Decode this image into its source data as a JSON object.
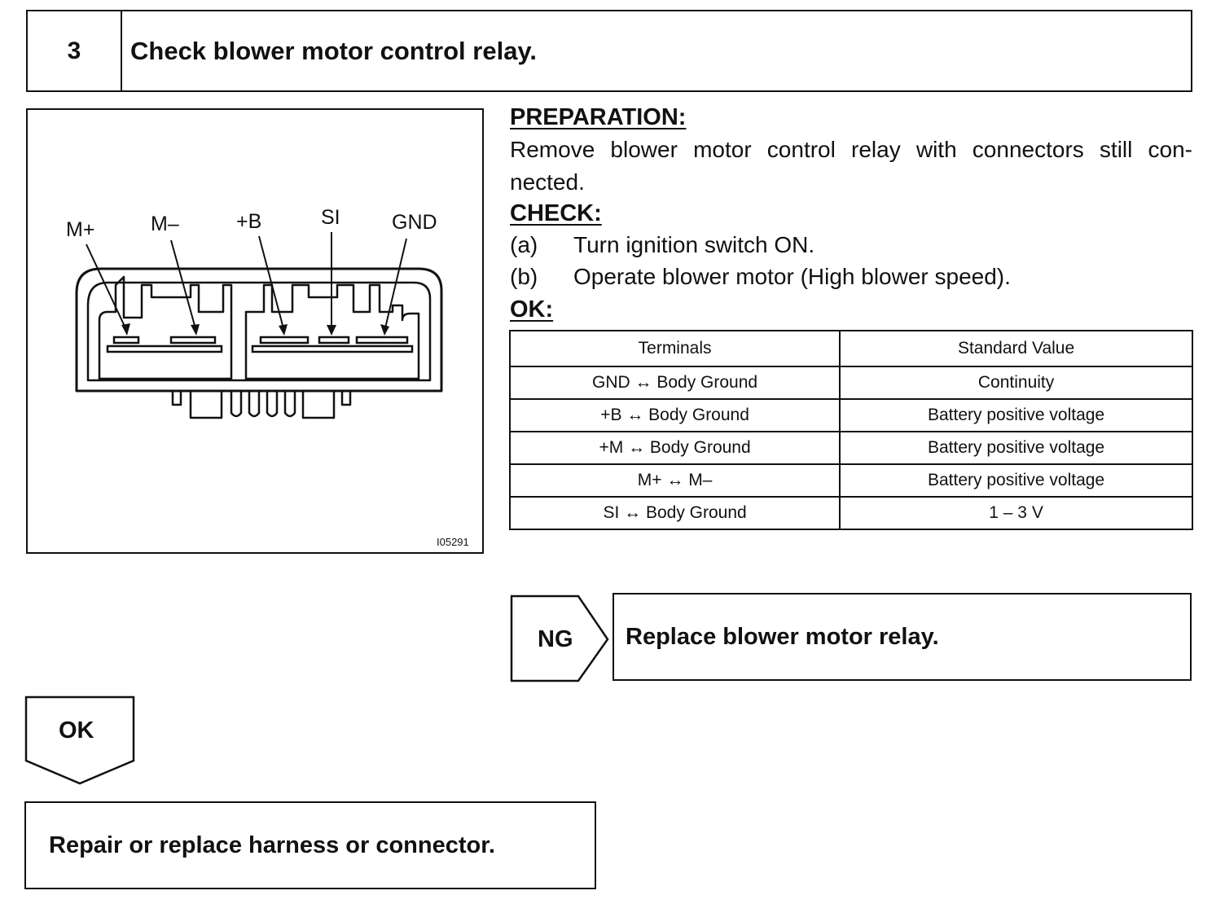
{
  "header": {
    "step_number": "3",
    "title": "Check blower motor control relay."
  },
  "figure": {
    "terminal_labels": [
      "M+",
      "M–",
      "+B",
      "SI",
      "GND"
    ],
    "figure_code": "I05291"
  },
  "preparation": {
    "heading": "PREPARATION:",
    "text": "Remove blower motor control relay with connectors still con-nected."
  },
  "check": {
    "heading": "CHECK:",
    "steps": [
      {
        "label": "(a)",
        "text": "Turn ignition switch ON."
      },
      {
        "label": "(b)",
        "text": "Operate blower motor (High blower speed)."
      }
    ]
  },
  "ok": {
    "heading": "OK:",
    "table": {
      "headers": [
        "Terminals",
        "Standard Value"
      ],
      "rows": [
        [
          "GND ↔ Body Ground",
          "Continuity"
        ],
        [
          "+B ↔ Body Ground",
          "Battery positive voltage"
        ],
        [
          "+M ↔ Body Ground",
          "Battery positive voltage"
        ],
        [
          "M+ ↔ M–",
          "Battery positive voltage"
        ],
        [
          "SI ↔ Body Ground",
          "1 – 3 V"
        ]
      ]
    }
  },
  "ng_branch": {
    "tag": "NG",
    "result": "Replace blower motor relay."
  },
  "ok_branch": {
    "tag": "OK",
    "result": "Repair or replace harness or connector."
  }
}
